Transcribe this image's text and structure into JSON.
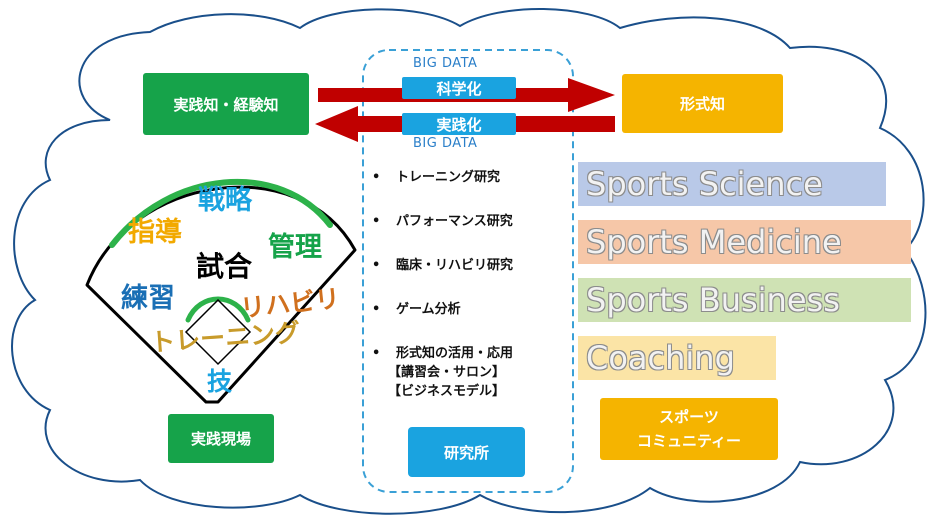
{
  "left_top_box": "実践知・経験知",
  "right_top_box": "形式知",
  "arrow_labels": {
    "science": "科学化",
    "practice": "実践化"
  },
  "bigdata": {
    "top": "BIG DATA",
    "bottom": "BIG DATA"
  },
  "research_items": [
    "トレーニング研究",
    "パフォーマンス研究",
    "臨床・リハビリ研究",
    "ゲーム分析",
    "形式知の活用・応用"
  ],
  "research_subitems": [
    "【講習会・サロン】",
    "【ビジネスモデル】"
  ],
  "bullet_symbol": "•",
  "research_box": "研究所",
  "field_words": {
    "strategy": "戦略",
    "coaching": "指導",
    "management": "管理",
    "game": "試合",
    "practice": "練習",
    "rehab": "リハビリ",
    "training": "トレーニング",
    "skill": "技"
  },
  "field_box": "実践現場",
  "domains": [
    {
      "label": "Sports Science",
      "color": "#b9c9e8"
    },
    {
      "label": "Sports Medicine",
      "color": "#f6c7a8"
    },
    {
      "label": "Sports Business",
      "color": "#cfe2b4"
    },
    {
      "label": "Coaching",
      "color": "#fbe4a6"
    }
  ],
  "community_box": [
    "スポーツ",
    "コミュニティー"
  ],
  "colors": {
    "green": "#16a34a",
    "orange": "#f5b400",
    "blue": "#1aa3e0",
    "arrow": "#c00000"
  }
}
